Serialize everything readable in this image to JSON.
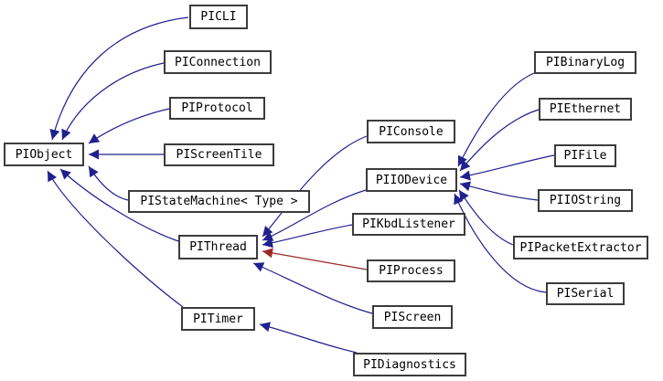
{
  "diagram": {
    "type": "class-inheritance-graph",
    "base_class": "PIObject",
    "colors": {
      "public_inheritance": "#20208f",
      "private_inheritance": "#9a2828",
      "node_border": "#3c3c3c",
      "node_background": "#ffffff",
      "text": "#000000",
      "page_background": "#ffffff"
    },
    "nodes": [
      {
        "id": "PIObject",
        "label": "PIObject"
      },
      {
        "id": "PICLI",
        "label": "PICLI"
      },
      {
        "id": "PIConnection",
        "label": "PIConnection"
      },
      {
        "id": "PIProtocol",
        "label": "PIProtocol"
      },
      {
        "id": "PIScreenTile",
        "label": "PIScreenTile"
      },
      {
        "id": "PIStateMachine",
        "label": "PIStateMachine< Type >"
      },
      {
        "id": "PIThread",
        "label": "PIThread"
      },
      {
        "id": "PITimer",
        "label": "PITimer"
      },
      {
        "id": "PIConsole",
        "label": "PIConsole"
      },
      {
        "id": "PIIODevice",
        "label": "PIIODevice"
      },
      {
        "id": "PIKbdListener",
        "label": "PIKbdListener"
      },
      {
        "id": "PIProcess",
        "label": "PIProcess"
      },
      {
        "id": "PIScreen",
        "label": "PIScreen"
      },
      {
        "id": "PIDiagnostics",
        "label": "PIDiagnostics"
      },
      {
        "id": "PIBinaryLog",
        "label": "PIBinaryLog"
      },
      {
        "id": "PIEthernet",
        "label": "PIEthernet"
      },
      {
        "id": "PIFile",
        "label": "PIFile"
      },
      {
        "id": "PIIOString",
        "label": "PIIOString"
      },
      {
        "id": "PIPacketExtractor",
        "label": "PIPacketExtractor"
      },
      {
        "id": "PISerial",
        "label": "PISerial"
      }
    ],
    "edges": [
      {
        "from": "PICLI",
        "to": "PIObject",
        "relation": "public"
      },
      {
        "from": "PIConnection",
        "to": "PIObject",
        "relation": "public"
      },
      {
        "from": "PIProtocol",
        "to": "PIObject",
        "relation": "public"
      },
      {
        "from": "PIScreenTile",
        "to": "PIObject",
        "relation": "public"
      },
      {
        "from": "PIStateMachine",
        "to": "PIObject",
        "relation": "public"
      },
      {
        "from": "PIThread",
        "to": "PIObject",
        "relation": "public"
      },
      {
        "from": "PITimer",
        "to": "PIObject",
        "relation": "public"
      },
      {
        "from": "PIConsole",
        "to": "PIThread",
        "relation": "public"
      },
      {
        "from": "PIIODevice",
        "to": "PIThread",
        "relation": "public"
      },
      {
        "from": "PIKbdListener",
        "to": "PIThread",
        "relation": "public"
      },
      {
        "from": "PIProcess",
        "to": "PIThread",
        "relation": "private"
      },
      {
        "from": "PIScreen",
        "to": "PIThread",
        "relation": "public"
      },
      {
        "from": "PIBinaryLog",
        "to": "PIIODevice",
        "relation": "public"
      },
      {
        "from": "PIEthernet",
        "to": "PIIODevice",
        "relation": "public"
      },
      {
        "from": "PIFile",
        "to": "PIIODevice",
        "relation": "public"
      },
      {
        "from": "PIIOString",
        "to": "PIIODevice",
        "relation": "public"
      },
      {
        "from": "PIPacketExtractor",
        "to": "PIIODevice",
        "relation": "public"
      },
      {
        "from": "PISerial",
        "to": "PIIODevice",
        "relation": "public"
      },
      {
        "from": "PIDiagnostics",
        "to": "PITimer",
        "relation": "public"
      }
    ]
  }
}
